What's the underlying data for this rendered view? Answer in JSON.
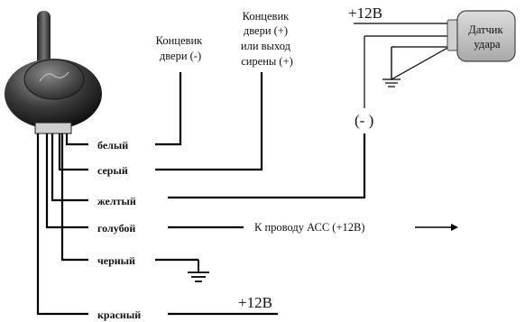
{
  "wires": {
    "white": "белый",
    "gray": "серый",
    "yellow": "желтый",
    "blue": "голубой",
    "black": "черный",
    "red": "красный"
  },
  "door_switch_minus": [
    "Концевик",
    "двери (-)"
  ],
  "door_switch_plus": [
    "Концевик",
    "двери (+)",
    "или выход",
    "сирены (+)"
  ],
  "acc": "К проводу АСС (+12В)",
  "sensor": [
    "Датчик",
    "удара"
  ],
  "sensor_supply": "+12В",
  "red_supply": "+12В",
  "sensor_output": "(- )"
}
